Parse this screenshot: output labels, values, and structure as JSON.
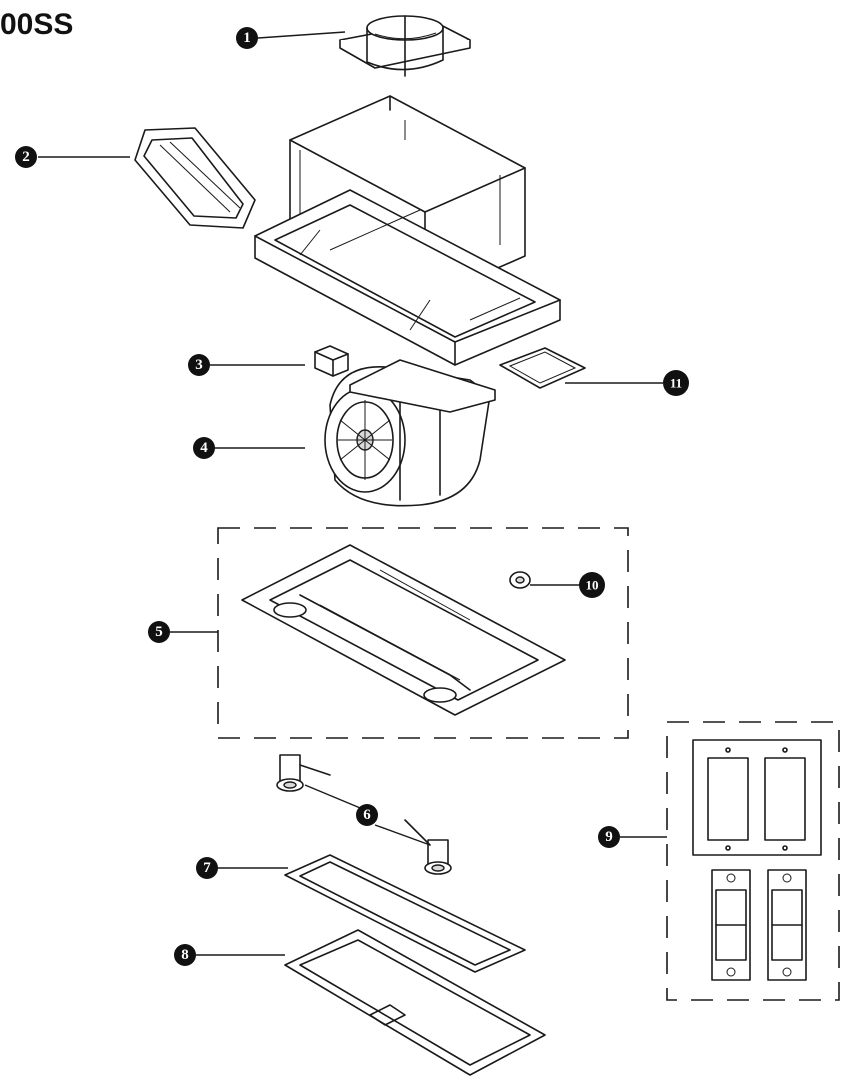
{
  "title": "00SS",
  "parts": [
    {
      "label": "1"
    },
    {
      "label": "2"
    },
    {
      "label": "3"
    },
    {
      "label": "4"
    },
    {
      "label": "5"
    },
    {
      "label": "6"
    },
    {
      "label": "7"
    },
    {
      "label": "8"
    },
    {
      "label": "9"
    },
    {
      "label": "10"
    },
    {
      "label": "11"
    }
  ]
}
